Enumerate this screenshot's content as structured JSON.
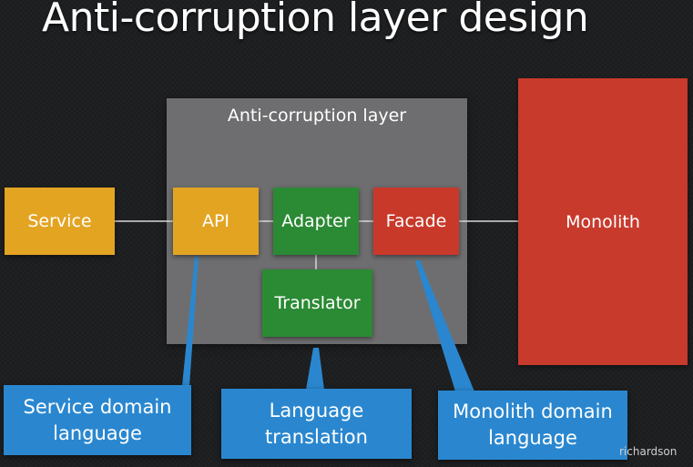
{
  "title": "Anti-corruption layer design",
  "acl_label": "Anti-corruption layer",
  "nodes": {
    "service": "Service",
    "api": "API",
    "adapter": "Adapter",
    "facade": "Facade",
    "translator": "Translator",
    "monolith": "Monolith"
  },
  "callouts": {
    "service_domain": "Service domain\nlanguage",
    "language_translation": "Language\ntranslation",
    "monolith_domain": "Monolith domain\nlanguage"
  },
  "credit": "richardson",
  "colors": {
    "background": "#1e1f21",
    "acl_panel": "#6e6e70",
    "service_api": "#e3a422",
    "adapter_translator": "#2b8a34",
    "facade_monolith": "#c8392a",
    "callout": "#2a87cf"
  }
}
